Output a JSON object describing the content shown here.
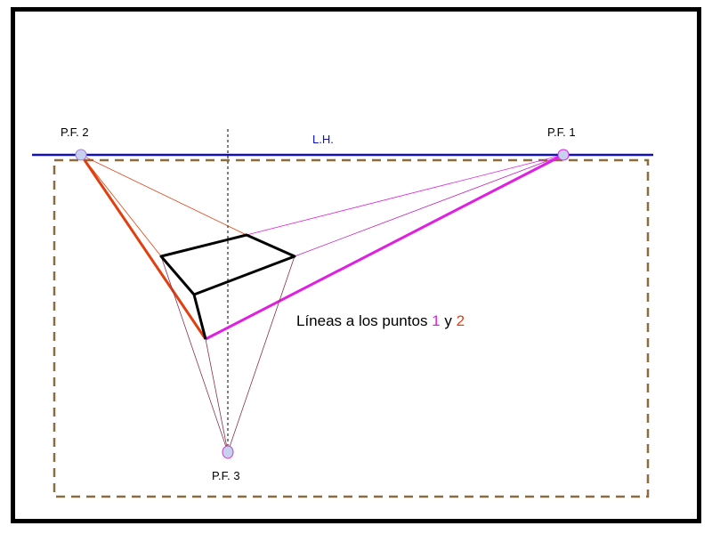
{
  "labels": {
    "pf1": "P.F. 1",
    "pf2": "P.F. 2",
    "pf3": "P.F. 3",
    "horizon": "L.H.",
    "caption_prefix": "Líneas a los puntos ",
    "caption_one": "1",
    "caption_and": " y ",
    "caption_two": "2"
  },
  "colors": {
    "horizon": "#1010c0",
    "lines_to_pf1": "#e020e0",
    "lines_to_pf2": "#e04010",
    "lines_to_pf3": "#8a3050",
    "box": "#000000",
    "dashed_frame": "#8b6b40",
    "vanishing_point_fill": "#c8d0f0"
  }
}
